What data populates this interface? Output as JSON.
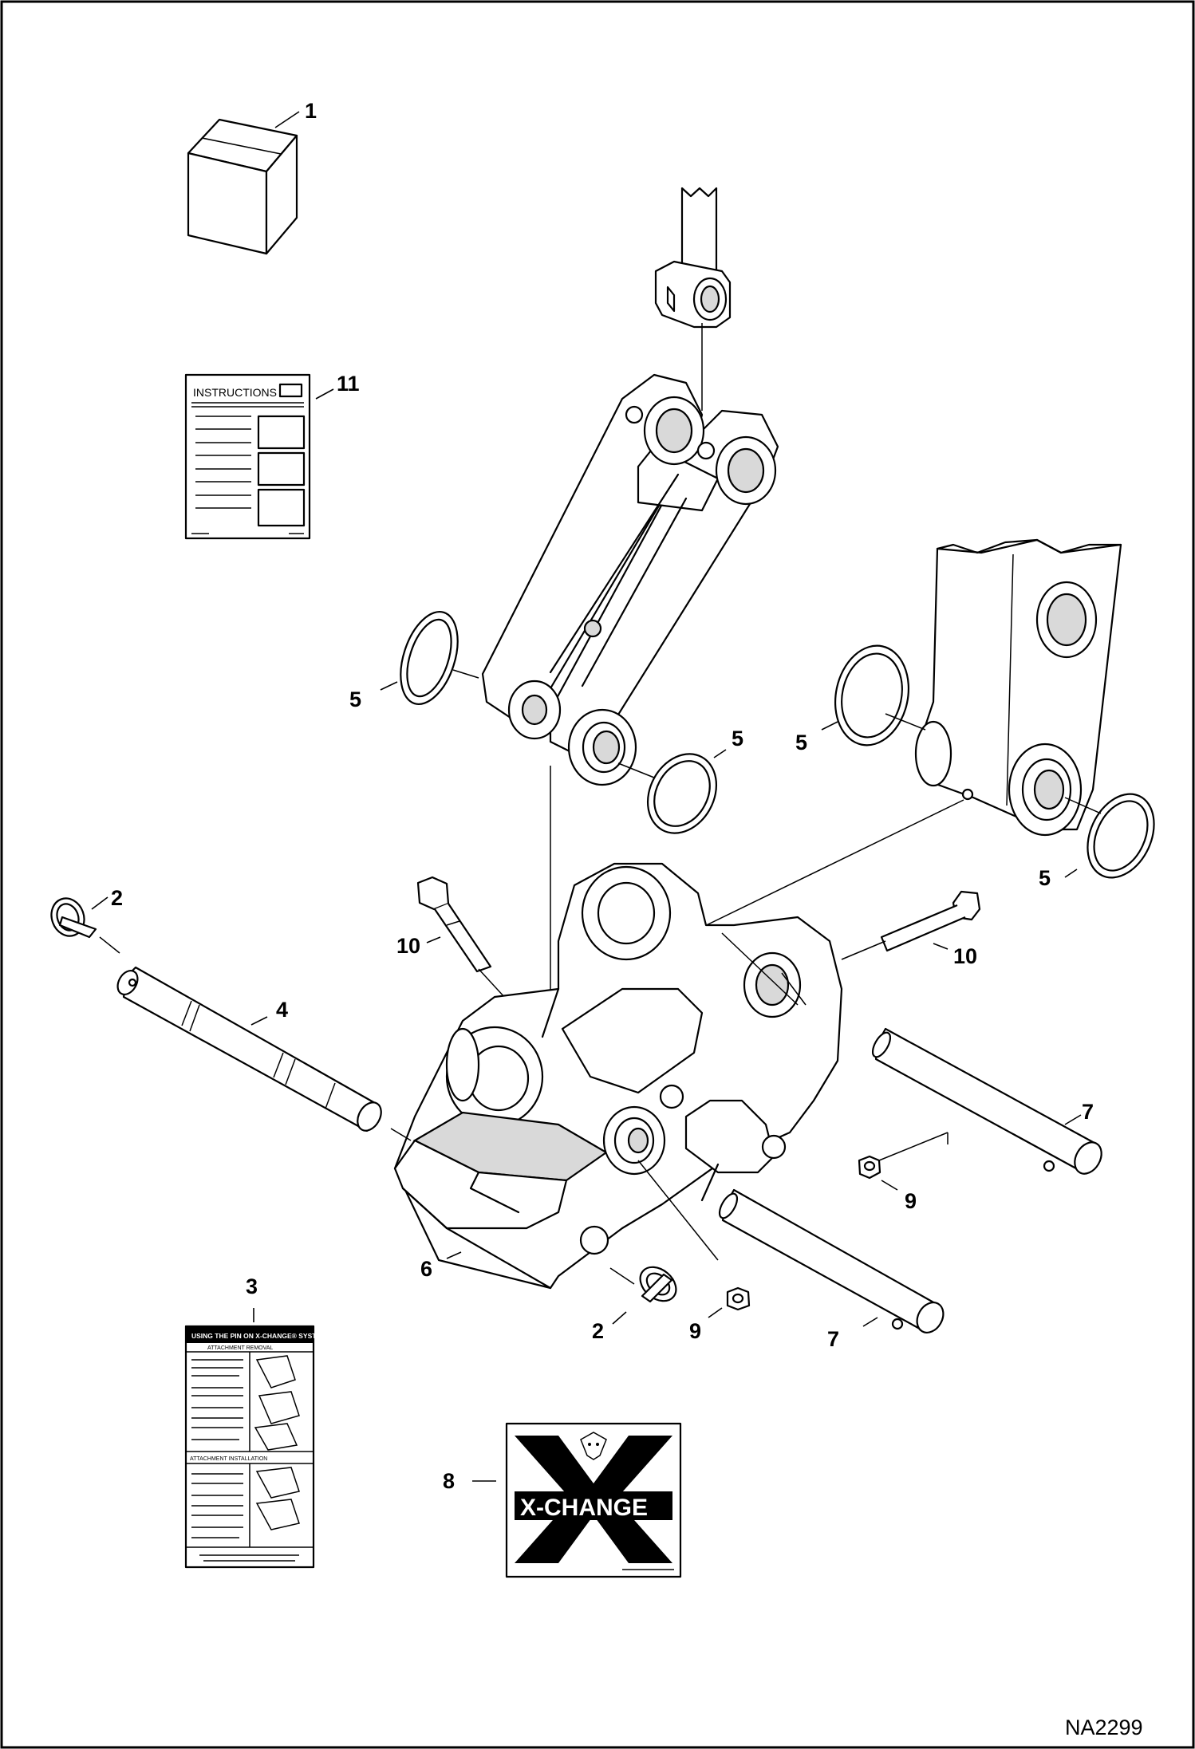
{
  "callouts": {
    "c1": "1",
    "c2a": "2",
    "c2b": "2",
    "c3": "3",
    "c4": "4",
    "c5a": "5",
    "c5b": "5",
    "c5c": "5",
    "c5d": "5",
    "c6": "6",
    "c7a": "7",
    "c7b": "7",
    "c8": "8",
    "c9a": "9",
    "c9b": "9",
    "c10a": "10",
    "c10b": "10",
    "c11": "11"
  },
  "instructions_sheet": {
    "title": "INSTRUCTIONS"
  },
  "decal_3": {
    "header": "USING THE PIN ON X-CHANGE® SYSTEM",
    "section_removal": "ATTACHMENT REMOVAL",
    "section_installation": "ATTACHMENT INSTALLATION"
  },
  "decal_8": {
    "logo_text": "X-CHANGE"
  },
  "drawing_number": "NA2299",
  "colors": {
    "line": "#000000",
    "background": "#ffffff"
  }
}
